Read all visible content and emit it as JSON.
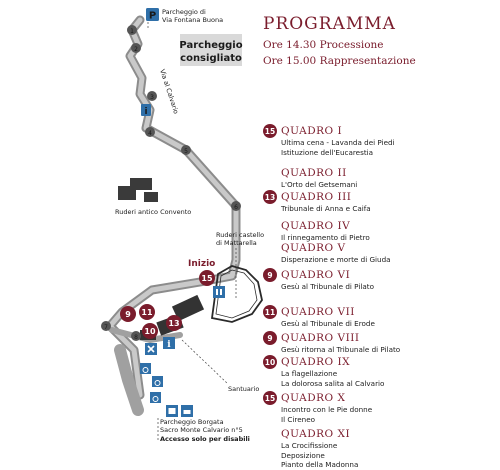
{
  "map": {
    "parking_top": "Parcheggio di Via Fontana Buona",
    "parking_top_line1": "Parcheggio di",
    "parking_top_line2": "Via Fontana Buona",
    "street": "Via al Calvario",
    "recommended_line1": "Parcheggio",
    "recommended_line2": "consigliato",
    "ruins_convent": "Ruderi antico Convento",
    "ruins_castle_line1": "Ruderi castello",
    "ruins_castle_line2": "di Mattarella",
    "start": "Inizio",
    "sanctuary": "Santuario",
    "parking_bottom_line1": "Parcheggio Borgata",
    "parking_bottom_line2": "Sacro Monte Calvario n°5",
    "disabled_access": "Accesso solo per disabili",
    "parking_icon_letter": "P",
    "info_icon_letter": "i",
    "stations": [
      "1",
      "2",
      "3",
      "4",
      "5",
      "6",
      "7",
      "8"
    ],
    "badges": [
      "15",
      "9",
      "11",
      "10",
      "13"
    ]
  },
  "program": {
    "title": "PROGRAMMA",
    "procession": "Ore 14.30 Processione",
    "performance": "Ore 15.00 Rappresentazione",
    "quadri": [
      {
        "badge": "15",
        "name": "QUADRO I",
        "lines": [
          "Ultima cena - Lavanda dei Piedi",
          "Istituzione dell'Eucarestia"
        ]
      },
      {
        "badge": "",
        "name": "QUADRO II",
        "lines": [
          "L'Orto del Getsemani"
        ]
      },
      {
        "badge": "13",
        "name": "QUADRO III",
        "lines": [
          "Tribunale di Anna e Caifa"
        ]
      },
      {
        "badge": "",
        "name": "QUADRO IV",
        "lines": [
          "Il rinnegamento di Pietro"
        ]
      },
      {
        "badge": "",
        "name": "QUADRO V",
        "lines": [
          "Disperazione e morte di Giuda"
        ]
      },
      {
        "badge": "9",
        "name": "QUADRO VI",
        "lines": [
          "Gesù al Tribunale di Pilato"
        ]
      },
      {
        "badge": "11",
        "name": "QUADRO VII",
        "lines": [
          "Gesù al Tribunale di Erode"
        ]
      },
      {
        "badge": "9",
        "name": "QUADRO VIII",
        "lines": [
          "Gesù ritorna al Tribunale di Pilato"
        ]
      },
      {
        "badge": "10",
        "name": "QUADRO IX",
        "lines": [
          "La flagellazione",
          "La dolorosa salita al Calvario"
        ]
      },
      {
        "badge": "15",
        "name": "QUADRO X",
        "lines": [
          "Incontro con le Pie donne",
          "Il Cireneo"
        ]
      },
      {
        "badge": "",
        "name": "QUADRO XI",
        "lines": [
          "La Crocifissione",
          "Deposizione",
          "Pianto della Madonna"
        ]
      }
    ]
  },
  "colors": {
    "burgundy": "#7a1c2c",
    "road": "#a3a3a3",
    "sign_blue": "#2f6fa8"
  }
}
